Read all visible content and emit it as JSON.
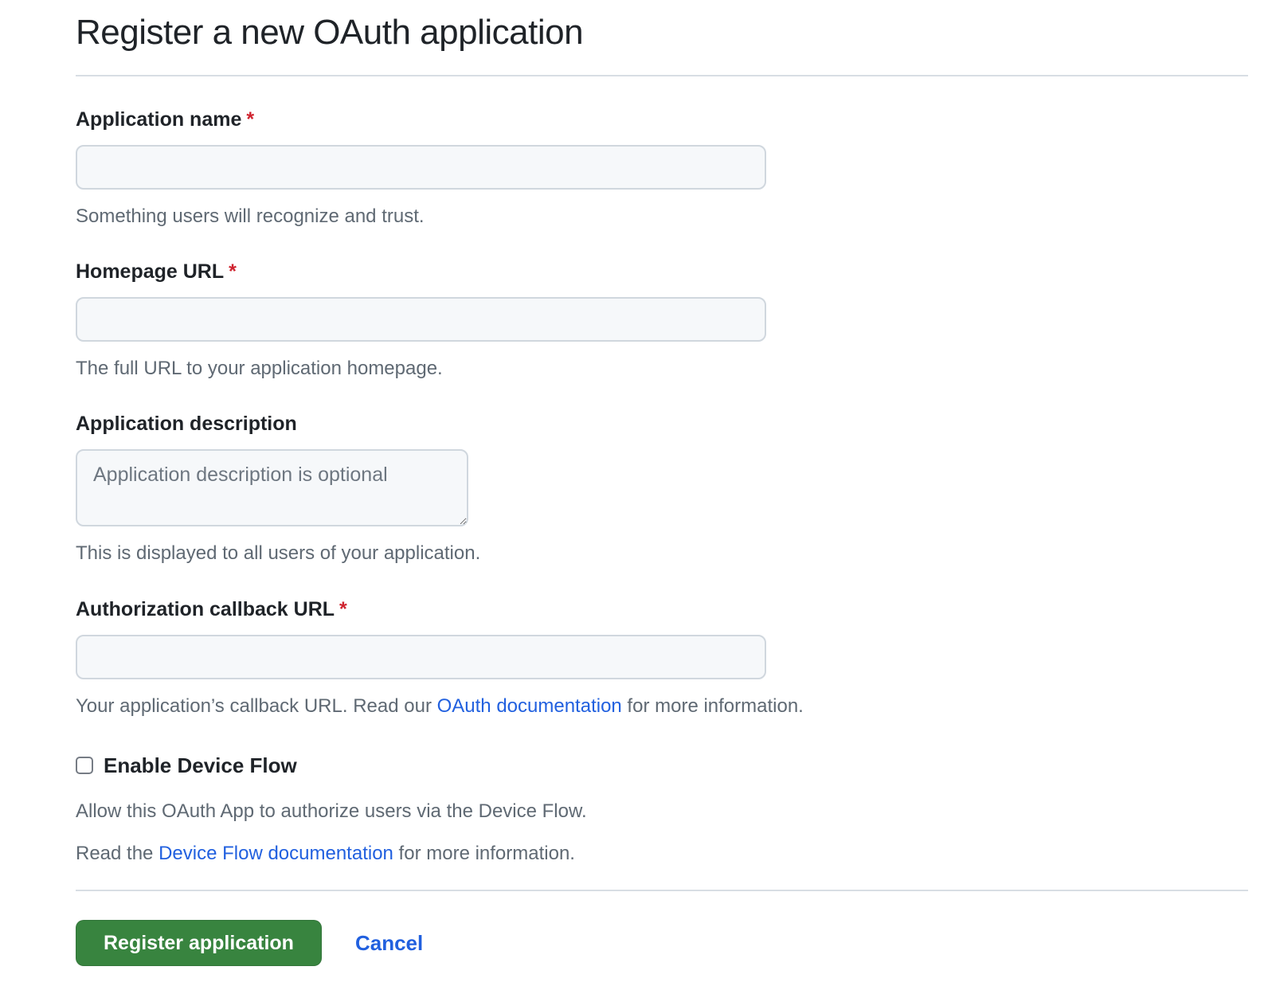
{
  "header": {
    "title": "Register a new OAuth application"
  },
  "form": {
    "application_name": {
      "label": "Application name",
      "required_marker": "*",
      "value": "",
      "help": "Something users will recognize and trust."
    },
    "homepage_url": {
      "label": "Homepage URL",
      "required_marker": "*",
      "value": "",
      "help": "The full URL to your application homepage."
    },
    "application_description": {
      "label": "Application description",
      "value": "",
      "placeholder": "Application description is optional",
      "help": "This is displayed to all users of your application."
    },
    "authorization_callback_url": {
      "label": "Authorization callback URL",
      "required_marker": "*",
      "value": "",
      "help_prefix": "Your application’s callback URL. Read our ",
      "help_link": "OAuth documentation",
      "help_suffix": " for more information."
    },
    "device_flow": {
      "label": "Enable Device Flow",
      "checked": false,
      "help_line1": "Allow this OAuth App to authorize users via the Device Flow.",
      "help_line2_prefix": "Read the ",
      "help_line2_link": "Device Flow documentation",
      "help_line2_suffix": " for more information."
    },
    "actions": {
      "submit_label": "Register application",
      "cancel_label": "Cancel"
    }
  },
  "colors": {
    "required_red": "#cf222e",
    "link_blue": "#2160df",
    "button_green": "#38843f",
    "text_primary": "#1f2328",
    "text_muted": "#5f6973",
    "input_background": "#f6f8fa",
    "input_border": "#d0d7de",
    "divider": "#d8dee4"
  }
}
